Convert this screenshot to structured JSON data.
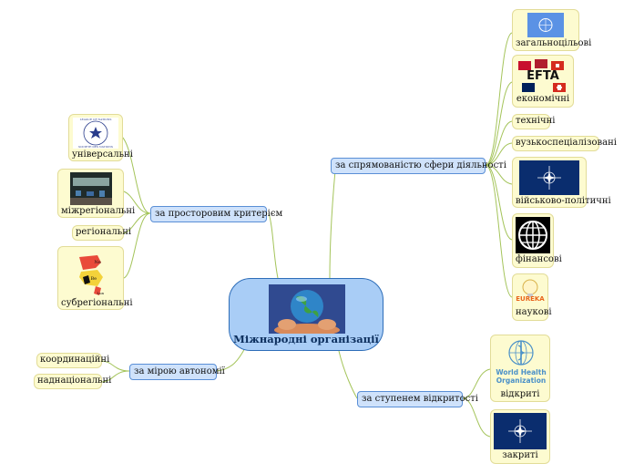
{
  "root": {
    "title": "Міжнародні організації"
  },
  "branches": {
    "spatial": "за просторовим критерієм",
    "autonomy": "за мірою автономії",
    "sphere": "за спрямованістю сфери діяльності",
    "openness": "за ступенем відкритості"
  },
  "leaves": {
    "universal": "універсальні",
    "interregional": "міжрегіональні",
    "regional": "регіональні",
    "subregional": "субрегіональні",
    "coordination": "координаційні",
    "supranational": "наднаціональні",
    "general": "загальноцільові",
    "economic": "економічні",
    "technical": "технічні",
    "specialized": "вузькоспеціалізовані",
    "military": "військово-політичні",
    "financial": "фінансові",
    "scientific": "наукові",
    "open": "відкриті",
    "closed": "закриті"
  },
  "logos": {
    "efta": "EFTA",
    "who_line1": "World Health",
    "who_line2": "Organization",
    "eureka": "EUREKA",
    "league1": "LEAGUE OF NATIONS",
    "league2": "SOCIETE DES NATIONS",
    "benelux_be": "Be",
    "benelux_ne": "Ne",
    "benelux_lux": "Lux"
  },
  "colors": {
    "link": "#a4c45a",
    "branch_fill": "#cfe2fb",
    "leaf_fill": "#fdfbd0",
    "root_fill": "#a9cdf6",
    "nato_blue": "#0a2d6e"
  }
}
